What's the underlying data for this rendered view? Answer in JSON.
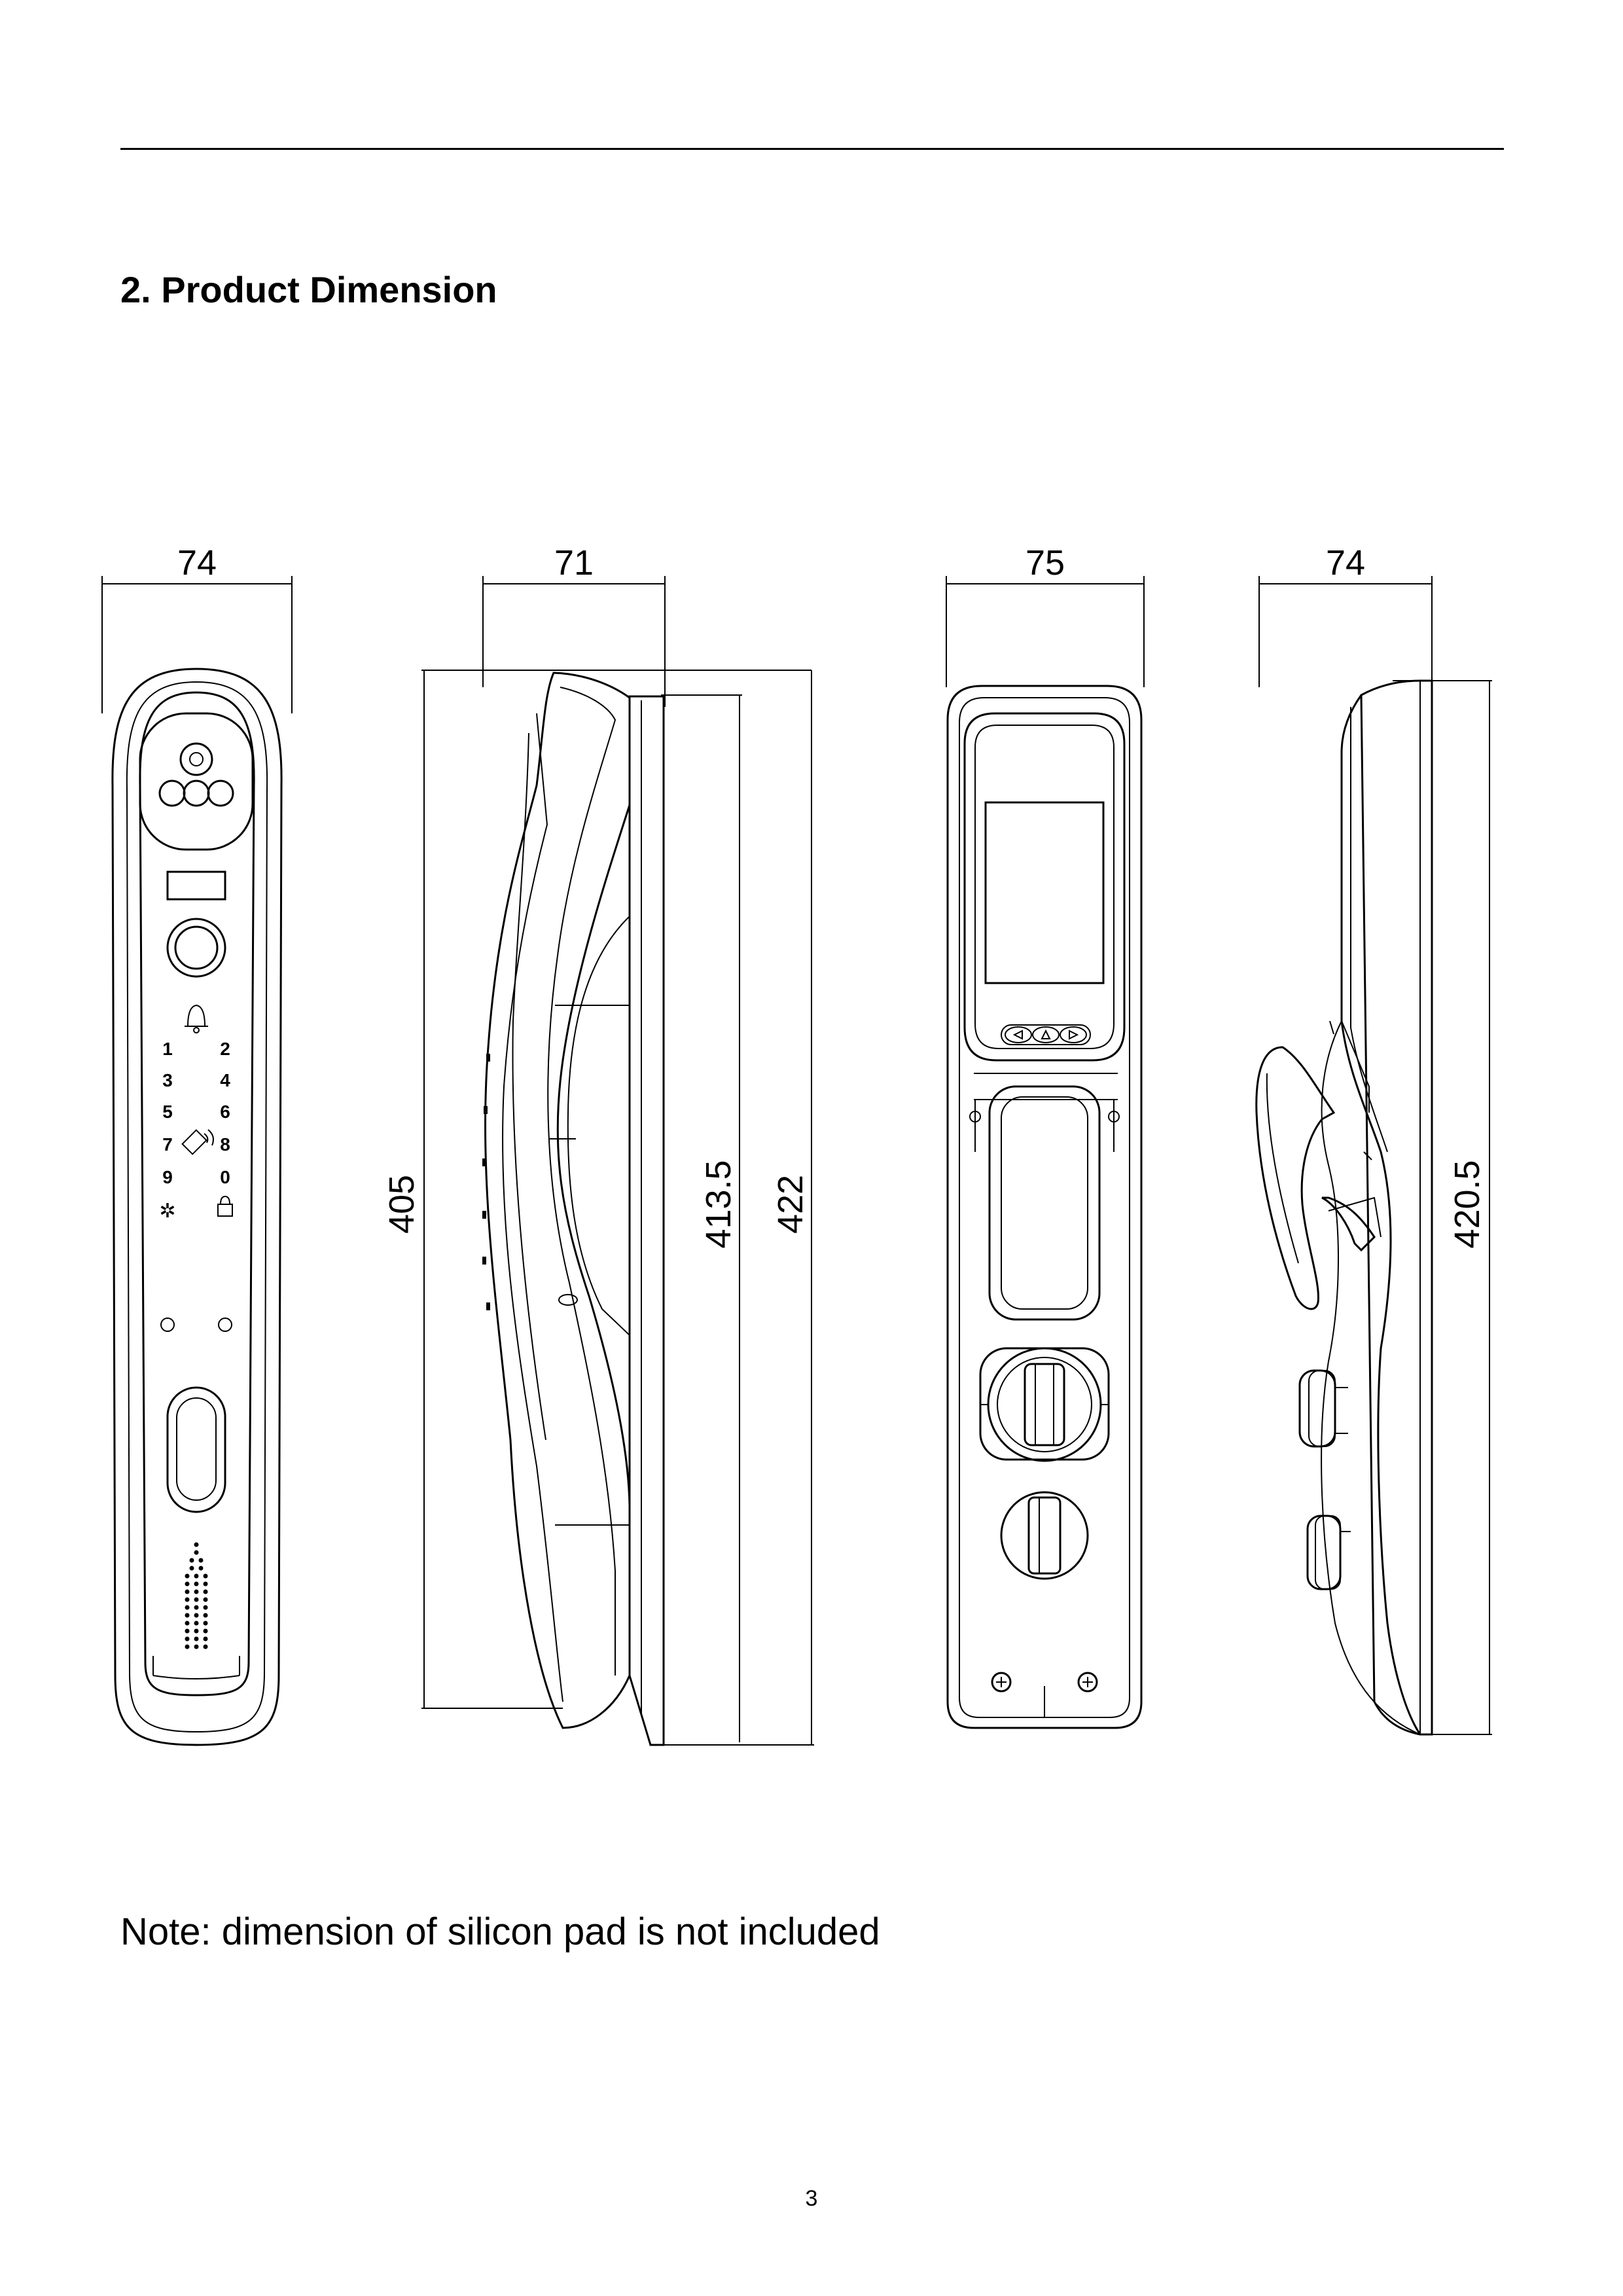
{
  "section_title": "2. Product Dimension",
  "dimensions": {
    "front_width": "74",
    "side_width": "71",
    "back_width": "75",
    "right_width": "74",
    "height_handle": "405",
    "height_body": "413.5",
    "height_total": "422",
    "height_right": "420.5"
  },
  "keypad": [
    "1",
    "2",
    "3",
    "4",
    "5",
    "6",
    "7",
    "8",
    "9",
    "0"
  ],
  "note": "Note: dimension of silicon pad is not included",
  "page_number": "3"
}
